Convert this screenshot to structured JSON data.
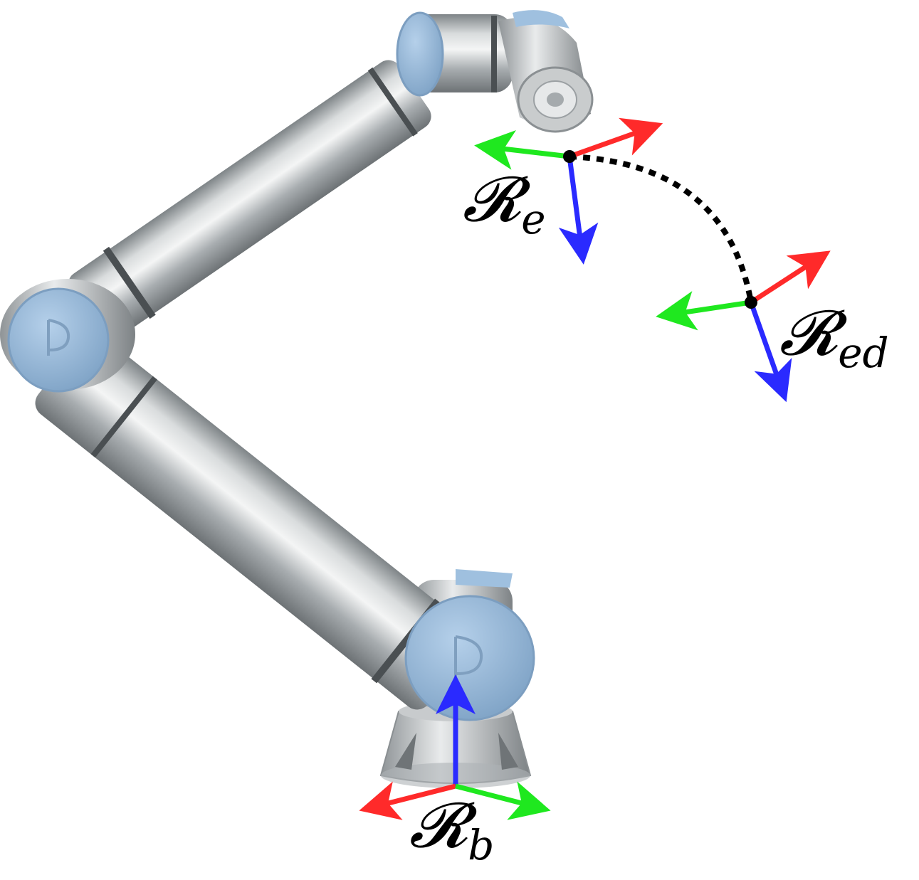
{
  "figure": {
    "subject": "robot-arm",
    "colors": {
      "x_axis": "#ff2a2a",
      "y_axis": "#1fe81f",
      "z_axis": "#2a2aff",
      "path": "#000000",
      "joint_cap": "#9fc0df",
      "link_metal": "#b9bdc0"
    },
    "frames": {
      "end_effector": {
        "symbol": "𝓡",
        "subscript": "e"
      },
      "desired": {
        "symbol": "𝓡",
        "subscript": "ed"
      },
      "base": {
        "symbol": "𝓡",
        "subscript": "b"
      }
    },
    "path_style": "dotted"
  }
}
